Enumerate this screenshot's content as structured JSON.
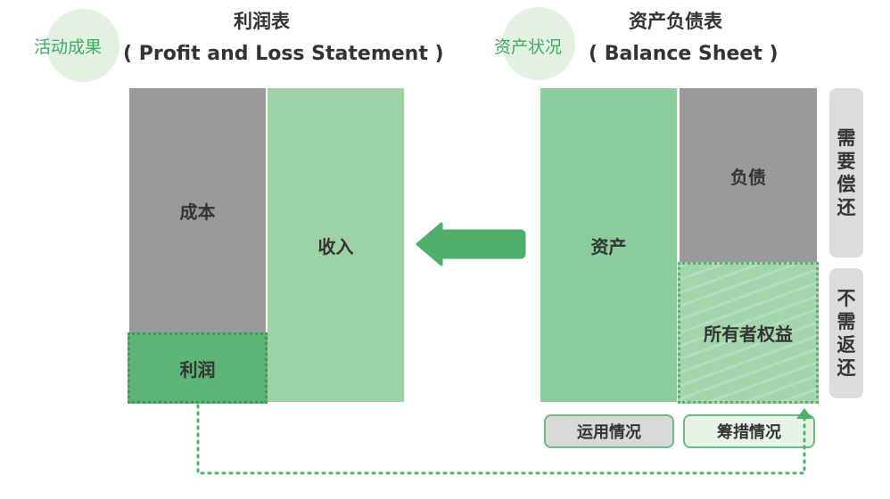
{
  "left_section": {
    "badge": "活动成果",
    "title_cn": "利润表",
    "title_en": "( Profit and Loss Statement )",
    "blocks": {
      "cost": "成本",
      "profit": "利润",
      "revenue": "收入"
    }
  },
  "right_section": {
    "badge": "资产状况",
    "title_cn": "资产负债表",
    "title_en": "( Balance Sheet )",
    "blocks": {
      "assets": "资产",
      "liabilities": "负债",
      "equity": "所有者权益"
    },
    "side_labels": {
      "repay": "需\n要\n偿\n还",
      "no_repay": "不\n需\n返\n还"
    },
    "bottom_pills": {
      "usage": "运用情况",
      "funding": "筹措情况"
    }
  },
  "colors": {
    "gray": "#9a9a9a",
    "light_green": "#9dd2a5",
    "profit_green": "#5cb574",
    "arrow_green": "#4daf6a",
    "dotted_line": "#4daf6a"
  }
}
